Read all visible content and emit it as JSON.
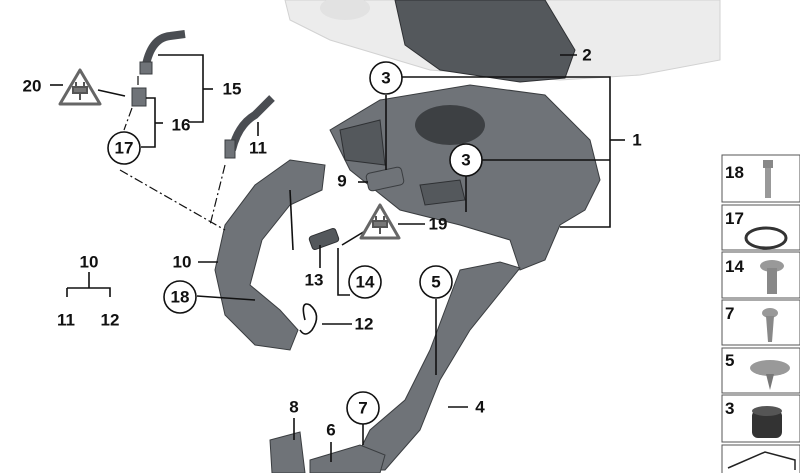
{
  "diagram": {
    "callouts": {
      "c1": "1",
      "c2": "2",
      "c3a": "3",
      "c3b": "3",
      "c4": "4",
      "c5": "5",
      "c6": "6",
      "c7": "7",
      "c8": "8",
      "c9": "9",
      "c10a": "10",
      "c10b": "10",
      "c11a": "11",
      "c11b": "11",
      "c12a": "12",
      "c12b": "12",
      "c13": "13",
      "c14": "14",
      "c15": "15",
      "c16": "16",
      "c17": "17",
      "c18": "18",
      "c19": "19",
      "c20": "20"
    },
    "warning_icon": "electrical-plug-warning-triangle",
    "side_panel": {
      "items": [
        {
          "label": "18",
          "icon": "bolt-icon"
        },
        {
          "label": "17",
          "icon": "o-ring-icon"
        },
        {
          "label": "14",
          "icon": "flange-screw-icon"
        },
        {
          "label": "7",
          "icon": "screw-icon"
        },
        {
          "label": "5",
          "icon": "washer-screw-icon"
        },
        {
          "label": "3",
          "icon": "rubber-grommet-icon"
        }
      ]
    }
  }
}
